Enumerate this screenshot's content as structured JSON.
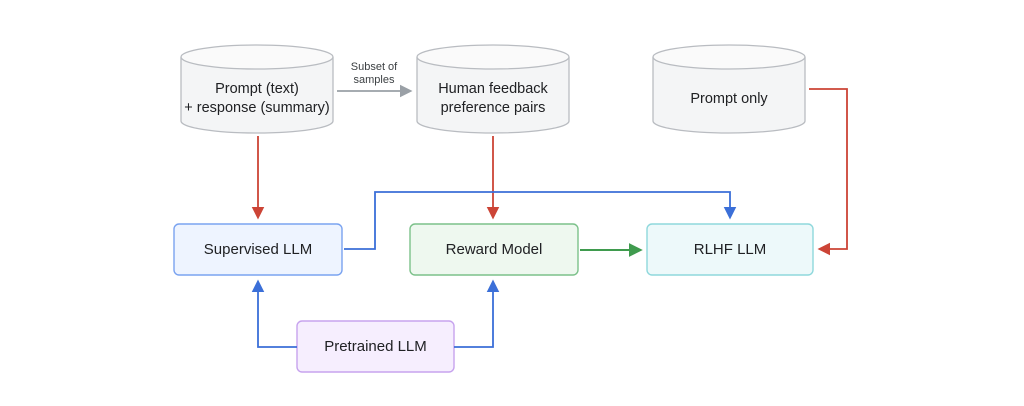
{
  "datastores": {
    "prompt_response": {
      "lines": [
        "Prompt (text)",
        "+ response (summary)"
      ]
    },
    "human_feedback": {
      "lines": [
        "Human feedback",
        "preference pairs"
      ]
    },
    "prompt_only": {
      "lines": [
        "Prompt only"
      ]
    }
  },
  "models": {
    "supervised_llm": {
      "label": "Supervised LLM",
      "border": "#7aa3f0",
      "fill": "#eef4ff"
    },
    "reward_model": {
      "label": "Reward Model",
      "border": "#7cc18a",
      "fill": "#eef8ef"
    },
    "rlhf_llm": {
      "label": "RLHF LLM",
      "border": "#8fd8dc",
      "fill": "#edf9fa"
    },
    "pretrained_llm": {
      "label": "Pretrained LLM",
      "border": "#c7a3ee",
      "fill": "#f6eefe"
    }
  },
  "edge_labels": {
    "subset": {
      "lines": [
        "Subset of",
        "samples"
      ]
    }
  },
  "colors": {
    "data_arrow": "#cc4436",
    "model_arrow": "#3b6fd8",
    "reward_arrow": "#3f9b4e",
    "subset_arrow": "#9aa0a6",
    "db_stroke": "#b9bcc1",
    "db_fill": "#f4f5f6"
  }
}
